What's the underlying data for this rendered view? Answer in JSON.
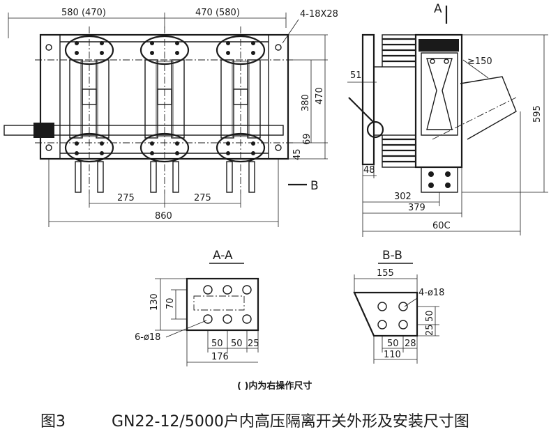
{
  "front_view": {
    "dim_top_left": "580 (470)",
    "dim_top_right": "470 (580)",
    "dim_holes": "4-18X28",
    "dim_380": "380",
    "dim_470": "470",
    "dim_45": "45",
    "dim_69": "69",
    "dim_pitch_1": "275",
    "dim_pitch_2": "275",
    "dim_overall": "860",
    "section_b": "B"
  },
  "side_view": {
    "section_a": "A",
    "dim_51": "51",
    "dim_150": "≥150",
    "dim_595": "595",
    "dim_48": "48",
    "dim_302": "302",
    "dim_379": "379",
    "dim_600": "60C"
  },
  "section_aa": {
    "title": "A-A",
    "dim_130": "130",
    "dim_70": "70",
    "dim_holes": "6-ø18",
    "dim_50a": "50",
    "dim_50b": "50",
    "dim_25": "25",
    "dim_176": "176"
  },
  "section_bb": {
    "title": "B-B",
    "dim_155": "155",
    "dim_holes": "4-ø18",
    "dim_25": "25",
    "dim_50v": "50",
    "dim_50h": "50",
    "dim_28": "28",
    "dim_110": "110"
  },
  "note": "(    )内为右操作尺寸",
  "caption": {
    "figure": "图3",
    "title": "GN22-12/5000户内高压隔离开关外形及安装尺寸图"
  }
}
